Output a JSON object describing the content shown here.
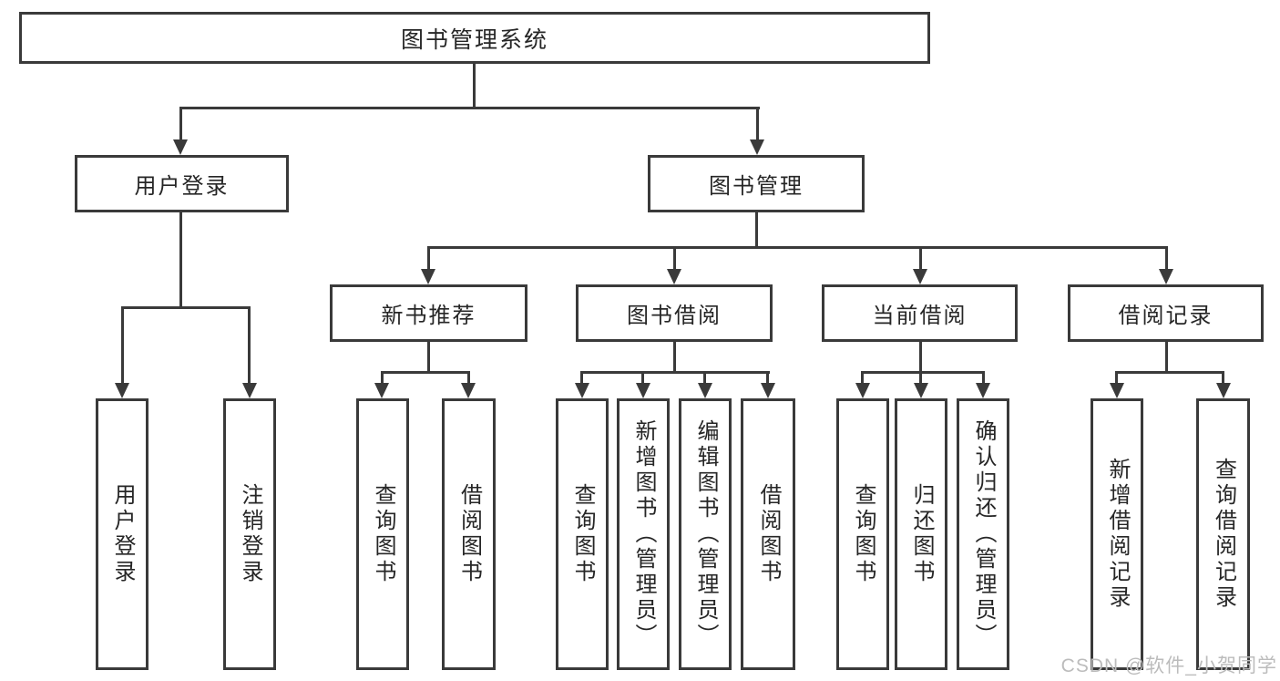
{
  "diagram_type": "hierarchy",
  "colors": {
    "line": "#3a3a3a",
    "text": "#262626",
    "background": "#ffffff",
    "watermark": "#bcbcbc"
  },
  "tree": {
    "root": {
      "label": "图书管理系统"
    },
    "branches": [
      {
        "label": "用户登录",
        "leaves": [
          "用户登录",
          "注销登录"
        ]
      },
      {
        "label": "图书管理",
        "children": [
          {
            "label": "新书推荐",
            "leaves": [
              "查询图书",
              "借阅图书"
            ]
          },
          {
            "label": "图书借阅",
            "leaves": [
              "查询图书",
              "新增图书（管理员）",
              "编辑图书（管理员）",
              "借阅图书"
            ]
          },
          {
            "label": "当前借阅",
            "leaves": [
              "查询图书",
              "归还图书",
              "确认归还（管理员）"
            ]
          },
          {
            "label": "借阅记录",
            "leaves": [
              "新增借阅记录",
              "查询借阅记录"
            ]
          }
        ]
      }
    ]
  },
  "watermark": "CSDN @软件_小贺同学"
}
